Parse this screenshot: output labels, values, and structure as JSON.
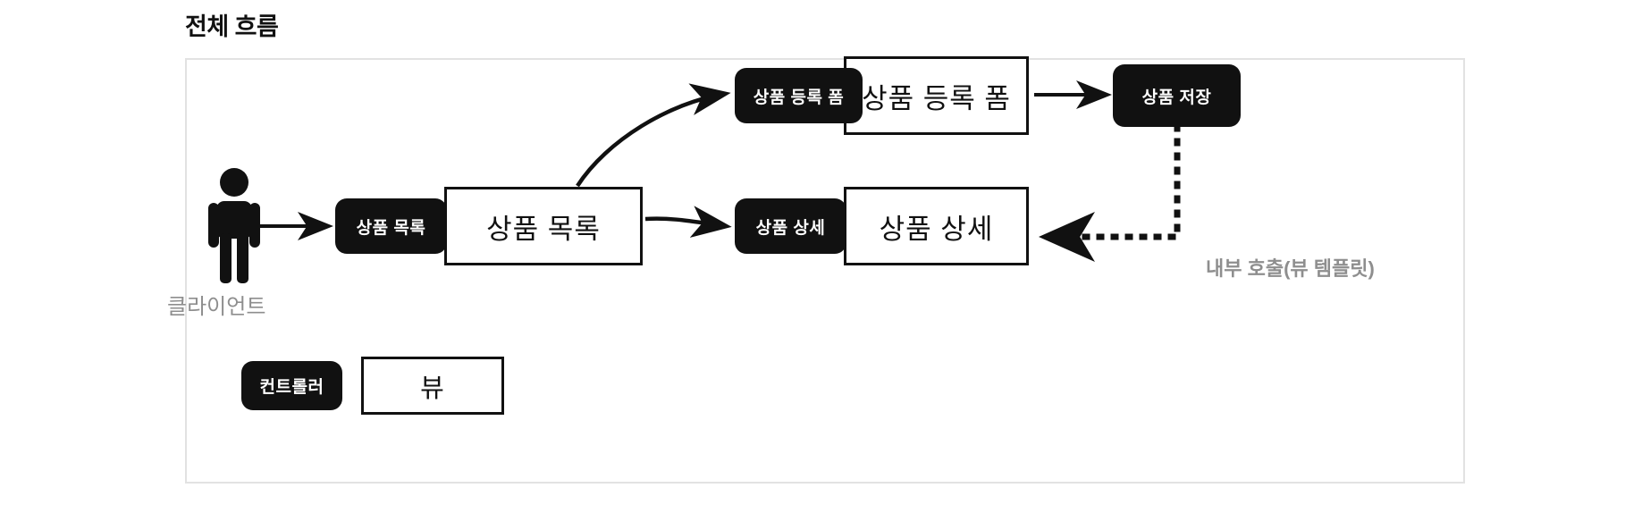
{
  "page": {
    "title": "전체 흐름"
  },
  "diagram": {
    "type": "flow",
    "actor": {
      "icon": "person-icon",
      "label": "클라이언트"
    },
    "nodes": [
      {
        "id": "list",
        "controller_label": "상품 목록",
        "view_label": "상품 목록",
        "kind": "controller+view"
      },
      {
        "id": "detail",
        "controller_label": "상품 상세",
        "view_label": "상품 상세",
        "kind": "controller+view"
      },
      {
        "id": "form",
        "controller_label": "상품 등록 폼",
        "view_label": "상품 등록 폼",
        "kind": "controller+view"
      },
      {
        "id": "save",
        "controller_label": "상품 저장",
        "view_label": "",
        "kind": "controller"
      }
    ],
    "edges": [
      {
        "from": "client",
        "to": "list",
        "style": "solid-arrow",
        "label": ""
      },
      {
        "from": "list",
        "to": "form",
        "style": "curved-arrow",
        "label": ""
      },
      {
        "from": "list",
        "to": "detail",
        "style": "solid-arrow",
        "label": ""
      },
      {
        "from": "form",
        "to": "save",
        "style": "solid-arrow",
        "label": ""
      },
      {
        "from": "save",
        "to": "detail",
        "style": "dotted-elbow-arrow",
        "label": "내부 호출(뷰 템플릿)"
      }
    ],
    "edge_labels": {
      "internal_call": "내부 호출(뷰 템플릿)"
    },
    "legend": [
      {
        "shape": "black-rounded",
        "label": "컨트롤러"
      },
      {
        "shape": "white-rect",
        "label": "뷰"
      }
    ],
    "colors": {
      "node_fill_controller": "#111111",
      "node_text_controller": "#ffffff",
      "node_fill_view": "#ffffff",
      "node_border_view": "#111111",
      "frame_border": "#e2e2e2",
      "muted_text": "#8e8e8e",
      "title_text": "#111111"
    }
  }
}
